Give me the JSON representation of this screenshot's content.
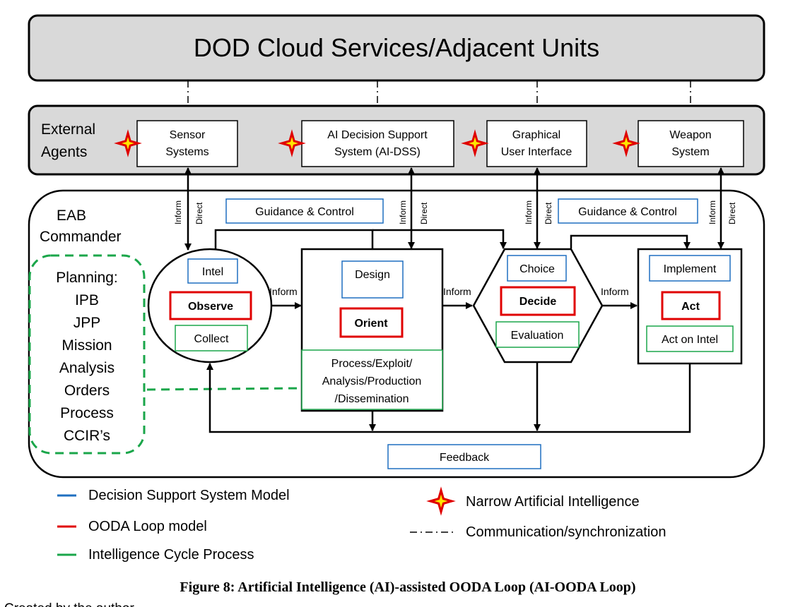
{
  "top_banner": {
    "title": "DOD Cloud Services/Adjacent Units"
  },
  "external_band": {
    "label_line1": "External",
    "label_line2": "Agents",
    "agents": [
      {
        "line1": "Sensor",
        "line2": "Systems"
      },
      {
        "line1": "AI Decision Support",
        "line2": "System (AI-DSS)"
      },
      {
        "line1": "Graphical",
        "line2": "User Interface"
      },
      {
        "line1": "Weapon",
        "line2": "System"
      }
    ]
  },
  "commander": {
    "line1": "EAB",
    "line2": "Commander"
  },
  "arrow_labels": {
    "inform": "Inform",
    "direct": "Direct"
  },
  "guidance": {
    "label": "Guidance & Control"
  },
  "planning": {
    "title": "Planning:",
    "items": [
      "IPB",
      "JPP",
      "Mission",
      "Analysis",
      "Orders",
      "Process",
      "CCIR’s"
    ]
  },
  "observe": {
    "top": "Intel",
    "main": "Observe",
    "bottom": "Collect"
  },
  "orient": {
    "top": "Design",
    "main": "Orient",
    "bottom_line1": "Process/Exploit/",
    "bottom_line2": "Analysis/Production",
    "bottom_line3": "/Dissemination"
  },
  "decide": {
    "top": "Choice",
    "main": "Decide",
    "bottom": "Evaluation"
  },
  "act": {
    "top": "Implement",
    "main": "Act",
    "bottom": "Act on Intel"
  },
  "feedback": {
    "label": "Feedback"
  },
  "legend": {
    "items": [
      {
        "label": "Decision Support System Model",
        "color": "#1f6fc0"
      },
      {
        "label": "OODA Loop model",
        "color": "#e00000"
      },
      {
        "label": "Intelligence Cycle Process",
        "color": "#1aa64a"
      }
    ],
    "narrow_ai": "Narrow Artificial Intelligence",
    "comm": "Communication/synchronization"
  },
  "caption": {
    "text": "Figure 8: Artificial Intelligence (AI)-assisted OODA Loop (AI-OODA Loop)",
    "sub": "Created by the author"
  },
  "colors": {
    "blue": "#1f6fc0",
    "red": "#e00000",
    "green": "#1aa64a",
    "gray": "#d9d9d9"
  }
}
